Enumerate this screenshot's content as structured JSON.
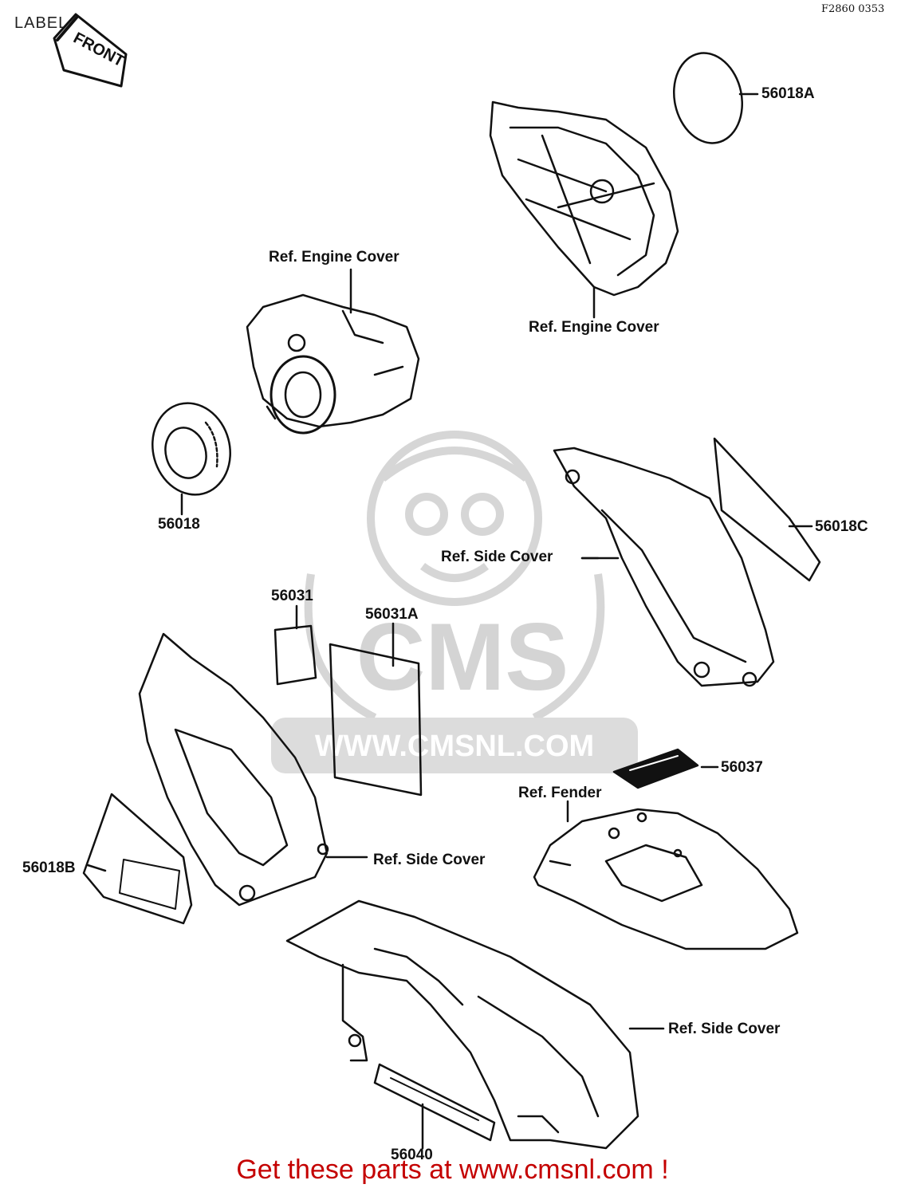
{
  "header": {
    "title": "LABEL",
    "figure_code": "F2860 0353"
  },
  "arrow_label": "FRONT",
  "watermark": {
    "brand": "CMS",
    "url": "WWW.CMSNL.COM"
  },
  "parts": {
    "p56018A": "56018A",
    "p56018": "56018",
    "p56018C": "56018C",
    "p56031": "56031",
    "p56031A": "56031A",
    "p56037": "56037",
    "p56018B": "56018B",
    "p56040": "56040"
  },
  "refs": {
    "engine_cover_1": "Ref. Engine Cover",
    "engine_cover_2": "Ref. Engine Cover",
    "side_cover_1": "Ref. Side Cover",
    "side_cover_2": "Ref. Side Cover",
    "side_cover_3": "Ref. Side Cover",
    "fender": "Ref. Fender"
  },
  "promo": "Get these parts at www.cmsnl.com !",
  "colors": {
    "promo_text": "#c40000",
    "watermark": "#d8d8d8",
    "line": "#111111"
  }
}
